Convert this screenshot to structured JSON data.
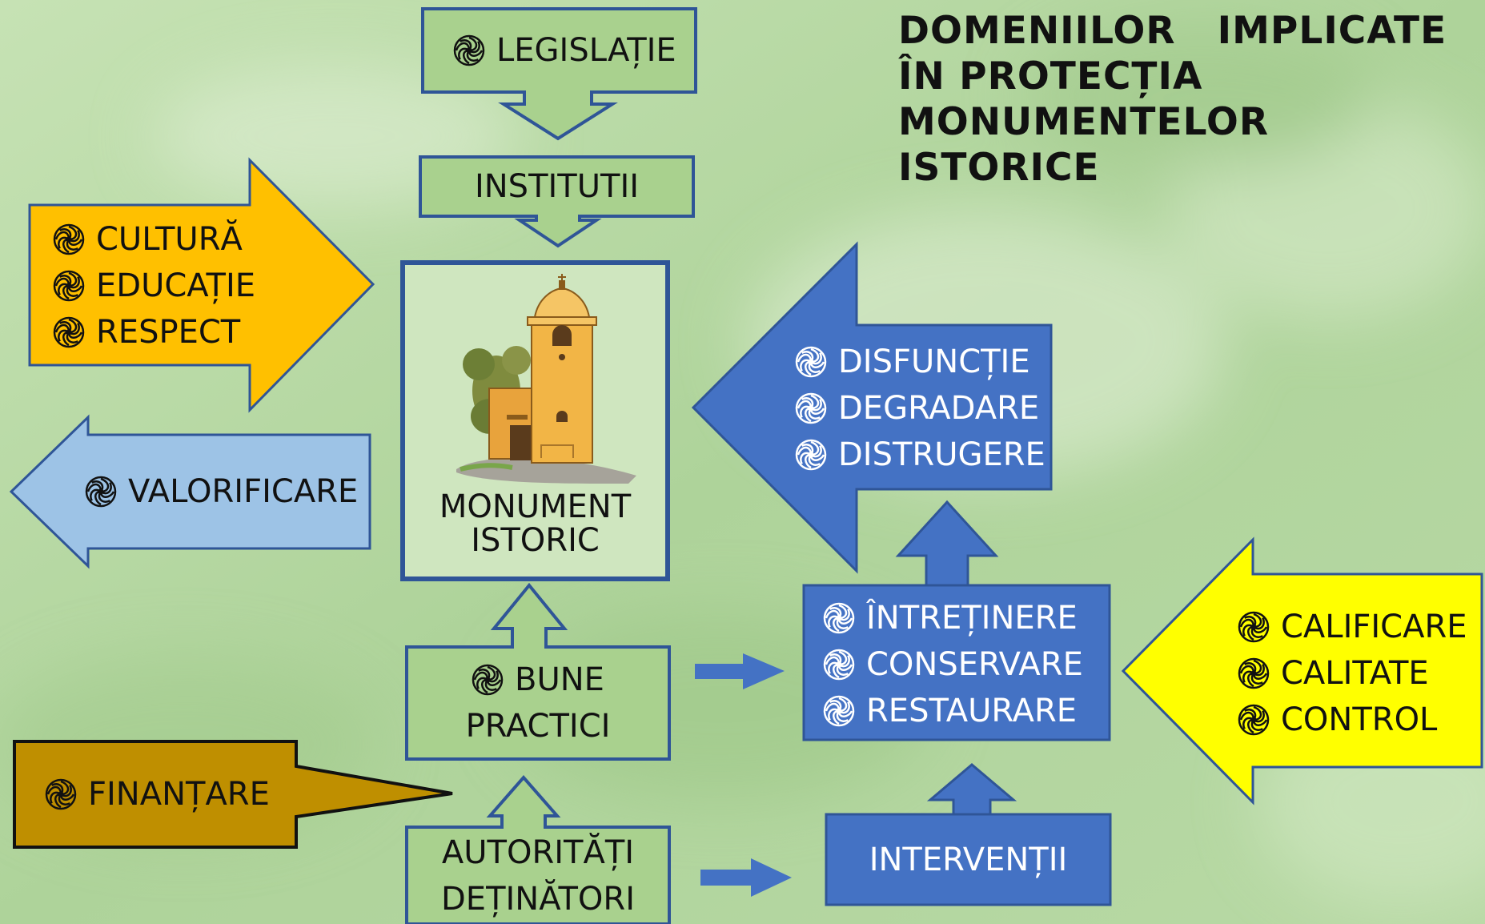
{
  "title_lines": [
    "DOMENIILOR   IMPLICATE",
    "ÎN PROTECȚIA",
    "MONUMENTELOR",
    "ISTORICE"
  ],
  "legislatie": "LEGISLAȚIE",
  "institutii": "INSTITUTII",
  "cultura": [
    "CULTURĂ",
    "EDUCAȚIE",
    "RESPECT"
  ],
  "valorificare": "VALORIFICARE",
  "monument": [
    "MONUMENT",
    "ISTORIC"
  ],
  "disfunctie": [
    "DISFUNCȚIE",
    "DEGRADARE",
    "DISTRUGERE"
  ],
  "intretinere": [
    "ÎNTREȚINERE",
    "CONSERVARE",
    "RESTAURARE"
  ],
  "calificare": [
    "CALIFICARE",
    "CALITATE",
    "CONTROL"
  ],
  "bune_practici": [
    "BUNE",
    "PRACTICI"
  ],
  "finantare": "FINANȚARE",
  "autoritati": [
    "AUTORITĂȚI",
    "DEȚINĂTORI"
  ],
  "interventii": "INTERVENȚII",
  "colors": {
    "green_box": "#a9d18e",
    "green_border": "#2f5597",
    "orange": "#ffc000",
    "light_blue": "#9dc3e6",
    "blue": "#4472c4",
    "yellow": "#ffff00",
    "brown": "#bf8f00"
  },
  "icons": {
    "bullet": "swirl-bullet-icon",
    "church": "church-illustration"
  }
}
